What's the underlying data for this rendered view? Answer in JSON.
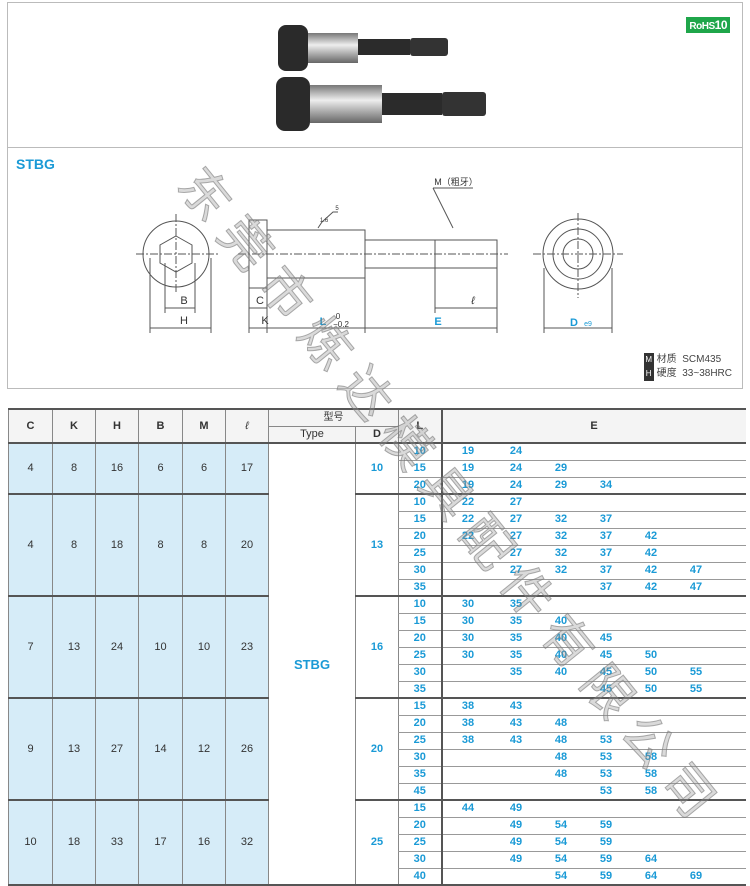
{
  "badge": {
    "rohs": "RoHS",
    "rohs_num": "10"
  },
  "drawing": {
    "title": "STBG",
    "labels": {
      "B": "B",
      "H": "H",
      "C": "C",
      "K": "K",
      "L": "L",
      "L_tol_upper": "0",
      "L_tol_lower": "−0.2",
      "E": "E",
      "l": "ℓ",
      "D": "D",
      "D_sub": "e9",
      "M": "M（粗牙）",
      "rough1": "1.6",
      "rough2": "5"
    },
    "material_key": "M",
    "material_label": "材质",
    "material_value": "SCM435",
    "hardness_key": "H",
    "hardness_label": "硬度",
    "hardness_value": "33~38HRC"
  },
  "watermark": "东莞市炼达模具配件有限公司",
  "table": {
    "headers": {
      "C": "C",
      "K": "K",
      "H": "H",
      "B": "B",
      "M": "M",
      "l": "ℓ",
      "part": "型号",
      "type": "Type",
      "D": "D",
      "L": "L",
      "E": "E"
    },
    "type_value": "STBG",
    "groups": [
      {
        "C": "4",
        "K": "8",
        "H": "16",
        "B": "6",
        "M": "6",
        "l": "17",
        "D": "10",
        "rows": [
          {
            "L": "10",
            "E": [
              "19",
              "24",
              "",
              "",
              "",
              ""
            ]
          },
          {
            "L": "15",
            "E": [
              "19",
              "24",
              "29",
              "",
              "",
              ""
            ]
          },
          {
            "L": "20",
            "E": [
              "19",
              "24",
              "29",
              "34",
              "",
              ""
            ]
          }
        ]
      },
      {
        "C": "4",
        "K": "8",
        "H": "18",
        "B": "8",
        "M": "8",
        "l": "20",
        "D": "13",
        "rows": [
          {
            "L": "10",
            "E": [
              "22",
              "27",
              "",
              "",
              "",
              ""
            ]
          },
          {
            "L": "15",
            "E": [
              "22",
              "27",
              "32",
              "37",
              "",
              ""
            ]
          },
          {
            "L": "20",
            "E": [
              "22",
              "27",
              "32",
              "37",
              "42",
              ""
            ]
          },
          {
            "L": "25",
            "E": [
              "",
              "27",
              "32",
              "37",
              "42",
              ""
            ]
          },
          {
            "L": "30",
            "E": [
              "",
              "27",
              "32",
              "37",
              "42",
              "47"
            ]
          },
          {
            "L": "35",
            "E": [
              "",
              "",
              "",
              "37",
              "42",
              "47"
            ]
          }
        ]
      },
      {
        "C": "7",
        "K": "13",
        "H": "24",
        "B": "10",
        "M": "10",
        "l": "23",
        "D": "16",
        "rows": [
          {
            "L": "10",
            "E": [
              "30",
              "35",
              "",
              "",
              "",
              ""
            ]
          },
          {
            "L": "15",
            "E": [
              "30",
              "35",
              "40",
              "",
              "",
              ""
            ]
          },
          {
            "L": "20",
            "E": [
              "30",
              "35",
              "40",
              "45",
              "",
              ""
            ]
          },
          {
            "L": "25",
            "E": [
              "30",
              "35",
              "40",
              "45",
              "50",
              ""
            ]
          },
          {
            "L": "30",
            "E": [
              "",
              "35",
              "40",
              "45",
              "50",
              "55"
            ]
          },
          {
            "L": "35",
            "E": [
              "",
              "",
              "",
              "45",
              "50",
              "55"
            ]
          }
        ]
      },
      {
        "C": "9",
        "K": "13",
        "H": "27",
        "B": "14",
        "M": "12",
        "l": "26",
        "D": "20",
        "rows": [
          {
            "L": "15",
            "E": [
              "38",
              "43",
              "",
              "",
              "",
              ""
            ]
          },
          {
            "L": "20",
            "E": [
              "38",
              "43",
              "48",
              "",
              "",
              ""
            ]
          },
          {
            "L": "25",
            "E": [
              "38",
              "43",
              "48",
              "53",
              "",
              ""
            ]
          },
          {
            "L": "30",
            "E": [
              "",
              "",
              "48",
              "53",
              "58",
              ""
            ]
          },
          {
            "L": "35",
            "E": [
              "",
              "",
              "48",
              "53",
              "58",
              ""
            ]
          },
          {
            "L": "45",
            "E": [
              "",
              "",
              "",
              "53",
              "58",
              ""
            ]
          }
        ]
      },
      {
        "C": "10",
        "K": "18",
        "H": "33",
        "B": "17",
        "M": "16",
        "l": "32",
        "D": "25",
        "rows": [
          {
            "L": "15",
            "E": [
              "44",
              "49",
              "",
              "",
              "",
              ""
            ]
          },
          {
            "L": "20",
            "E": [
              "",
              "49",
              "54",
              "59",
              "",
              ""
            ]
          },
          {
            "L": "25",
            "E": [
              "",
              "49",
              "54",
              "59",
              "",
              ""
            ]
          },
          {
            "L": "30",
            "E": [
              "",
              "49",
              "54",
              "59",
              "64",
              ""
            ]
          },
          {
            "L": "40",
            "E": [
              "",
              "",
              "54",
              "59",
              "64",
              "69"
            ]
          }
        ]
      }
    ]
  }
}
